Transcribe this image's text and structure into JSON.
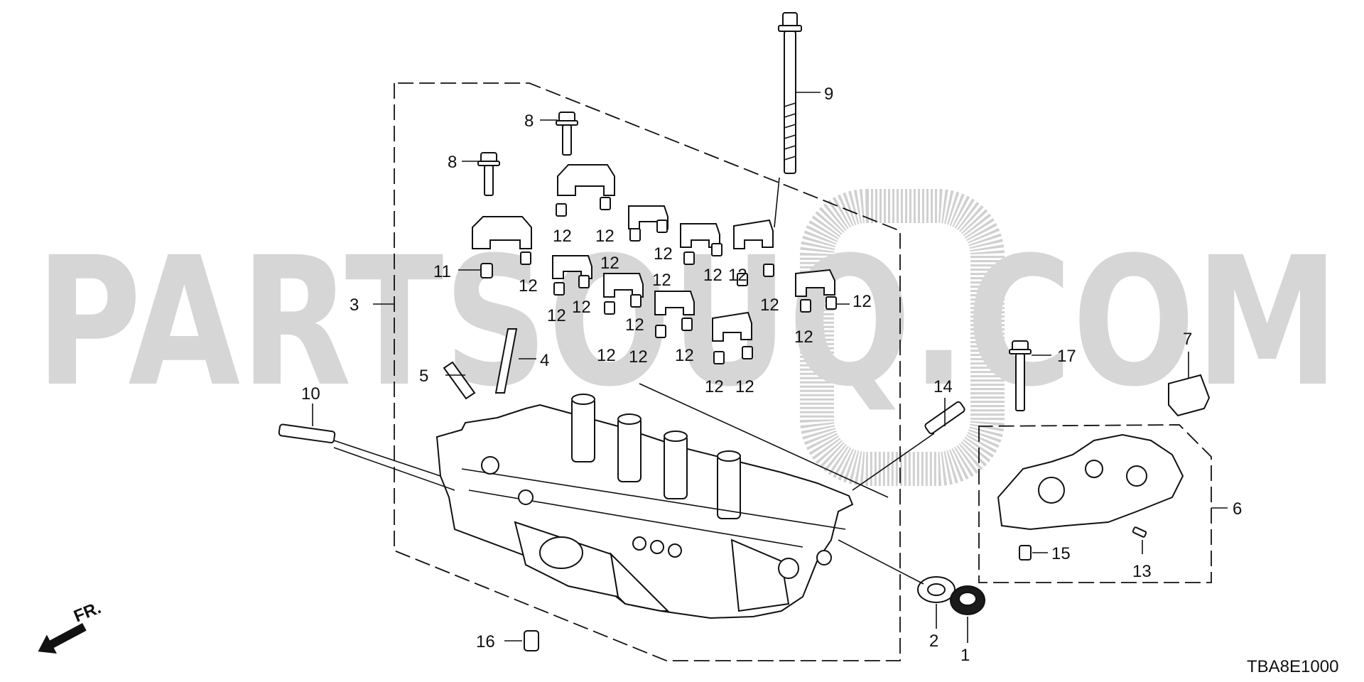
{
  "watermark": {
    "text": "PARTSOUQ.COM"
  },
  "direction_marker": {
    "label": "FR.",
    "icon": "front-direction-arrow-icon"
  },
  "diagram_code": "TBA8E1000",
  "callouts": {
    "c1": "1",
    "c2": "2",
    "c3": "3",
    "c4": "4",
    "c5": "5",
    "c6": "6",
    "c7": "7",
    "c8a": "8",
    "c8b": "8",
    "c9": "9",
    "c10": "10",
    "c11": "11",
    "c12": "12",
    "c13": "13",
    "c14": "14",
    "c15": "15",
    "c16": "16",
    "c17": "17"
  }
}
